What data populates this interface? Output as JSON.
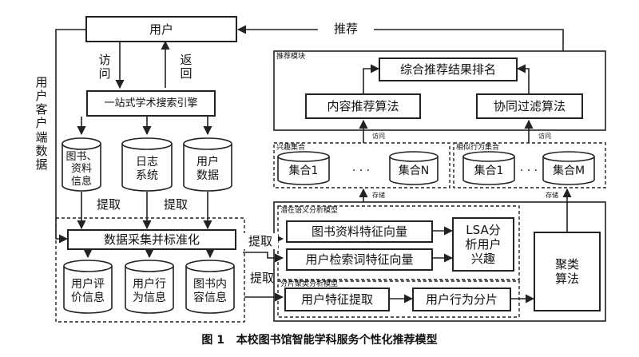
{
  "nodes": {
    "user": "用户",
    "search_engine": "一站式学术搜索引擎",
    "db_books": "图书、\n资料\n信息",
    "db_logs": "日志\n系统",
    "db_userdata": "用户\n数据",
    "data_collect": "数据采集并标准化",
    "db_user_eval": "用户评\n价信息",
    "db_user_behavior": "用户行\n为信息",
    "db_book_content": "图书内\n容信息",
    "rec_module_title": "推荐模块",
    "ranking": "综合推荐结果排名",
    "content_alg": "内容推荐算法",
    "cf_alg": "协同过滤算法",
    "interest_set_title": "兴趣集合",
    "interest_set_1": "集合1",
    "interest_set_n": "集合N",
    "behavior_set_title": "相似行为集合",
    "behavior_set_1": "集合1",
    "behavior_set_m": "集合M",
    "ellipsis": "· · ·",
    "lsa_title": "潜在语义分析模型",
    "book_vector": "图书资料特征向量",
    "query_vector": "用户检索词特征向量",
    "lsa_box": "LSA分\n析用户\n兴趣",
    "cluster_title": "分片聚类分析模型",
    "user_feature": "用户特征提取",
    "behavior_slice": "用户行为分片",
    "clustering": "聚类\n算法"
  },
  "edges": {
    "visit": "访\n问",
    "return": "返\n回",
    "recommend": "推荐",
    "client_data": "用\n户\n客\n户\n端\n数\n据",
    "extract_1": "提取",
    "extract_2": "提取",
    "extract_3": "提取",
    "extract_4": "提取",
    "access_1": "访问",
    "access_2": "访问",
    "store_1": "存储",
    "store_2": "存储"
  },
  "caption": "图 1   本校图书馆智能学科服务个性化推荐模型"
}
